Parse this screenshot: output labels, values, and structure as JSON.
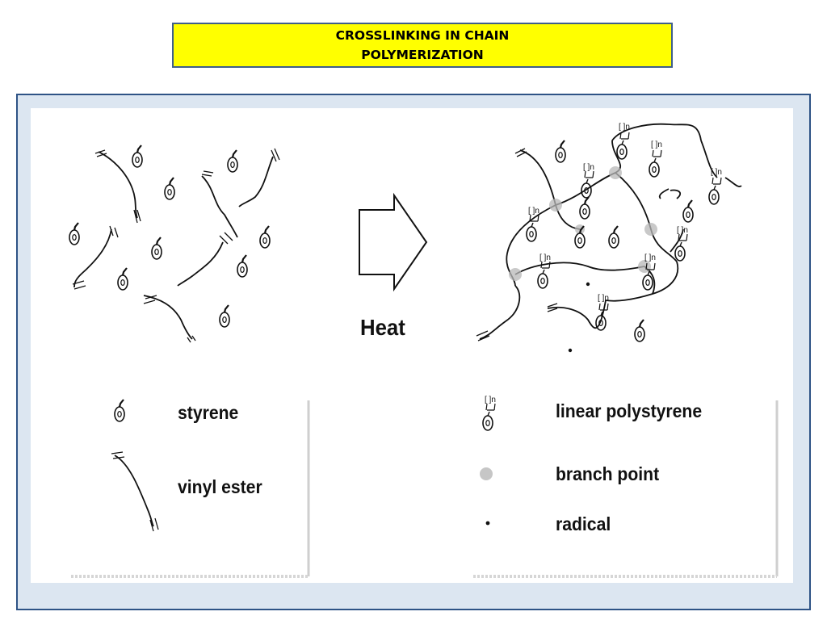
{
  "title": "CROSSLINKING IN CHAIN POLYMERIZATION",
  "arrow_label": "Heat",
  "legend_left": {
    "styrene": "styrene",
    "vinyl_ester": "vinyl ester"
  },
  "legend_right": {
    "linear_polystyrene": "linear polystyrene",
    "branch_point": "branch point",
    "radical": "radical"
  },
  "repeat_unit_label": "[ ]n",
  "colors": {
    "title_background": "#ffff00",
    "frame_border": "#2e5386",
    "frame_background": "#dce6f1",
    "branch_point": "#b8b8b8"
  }
}
